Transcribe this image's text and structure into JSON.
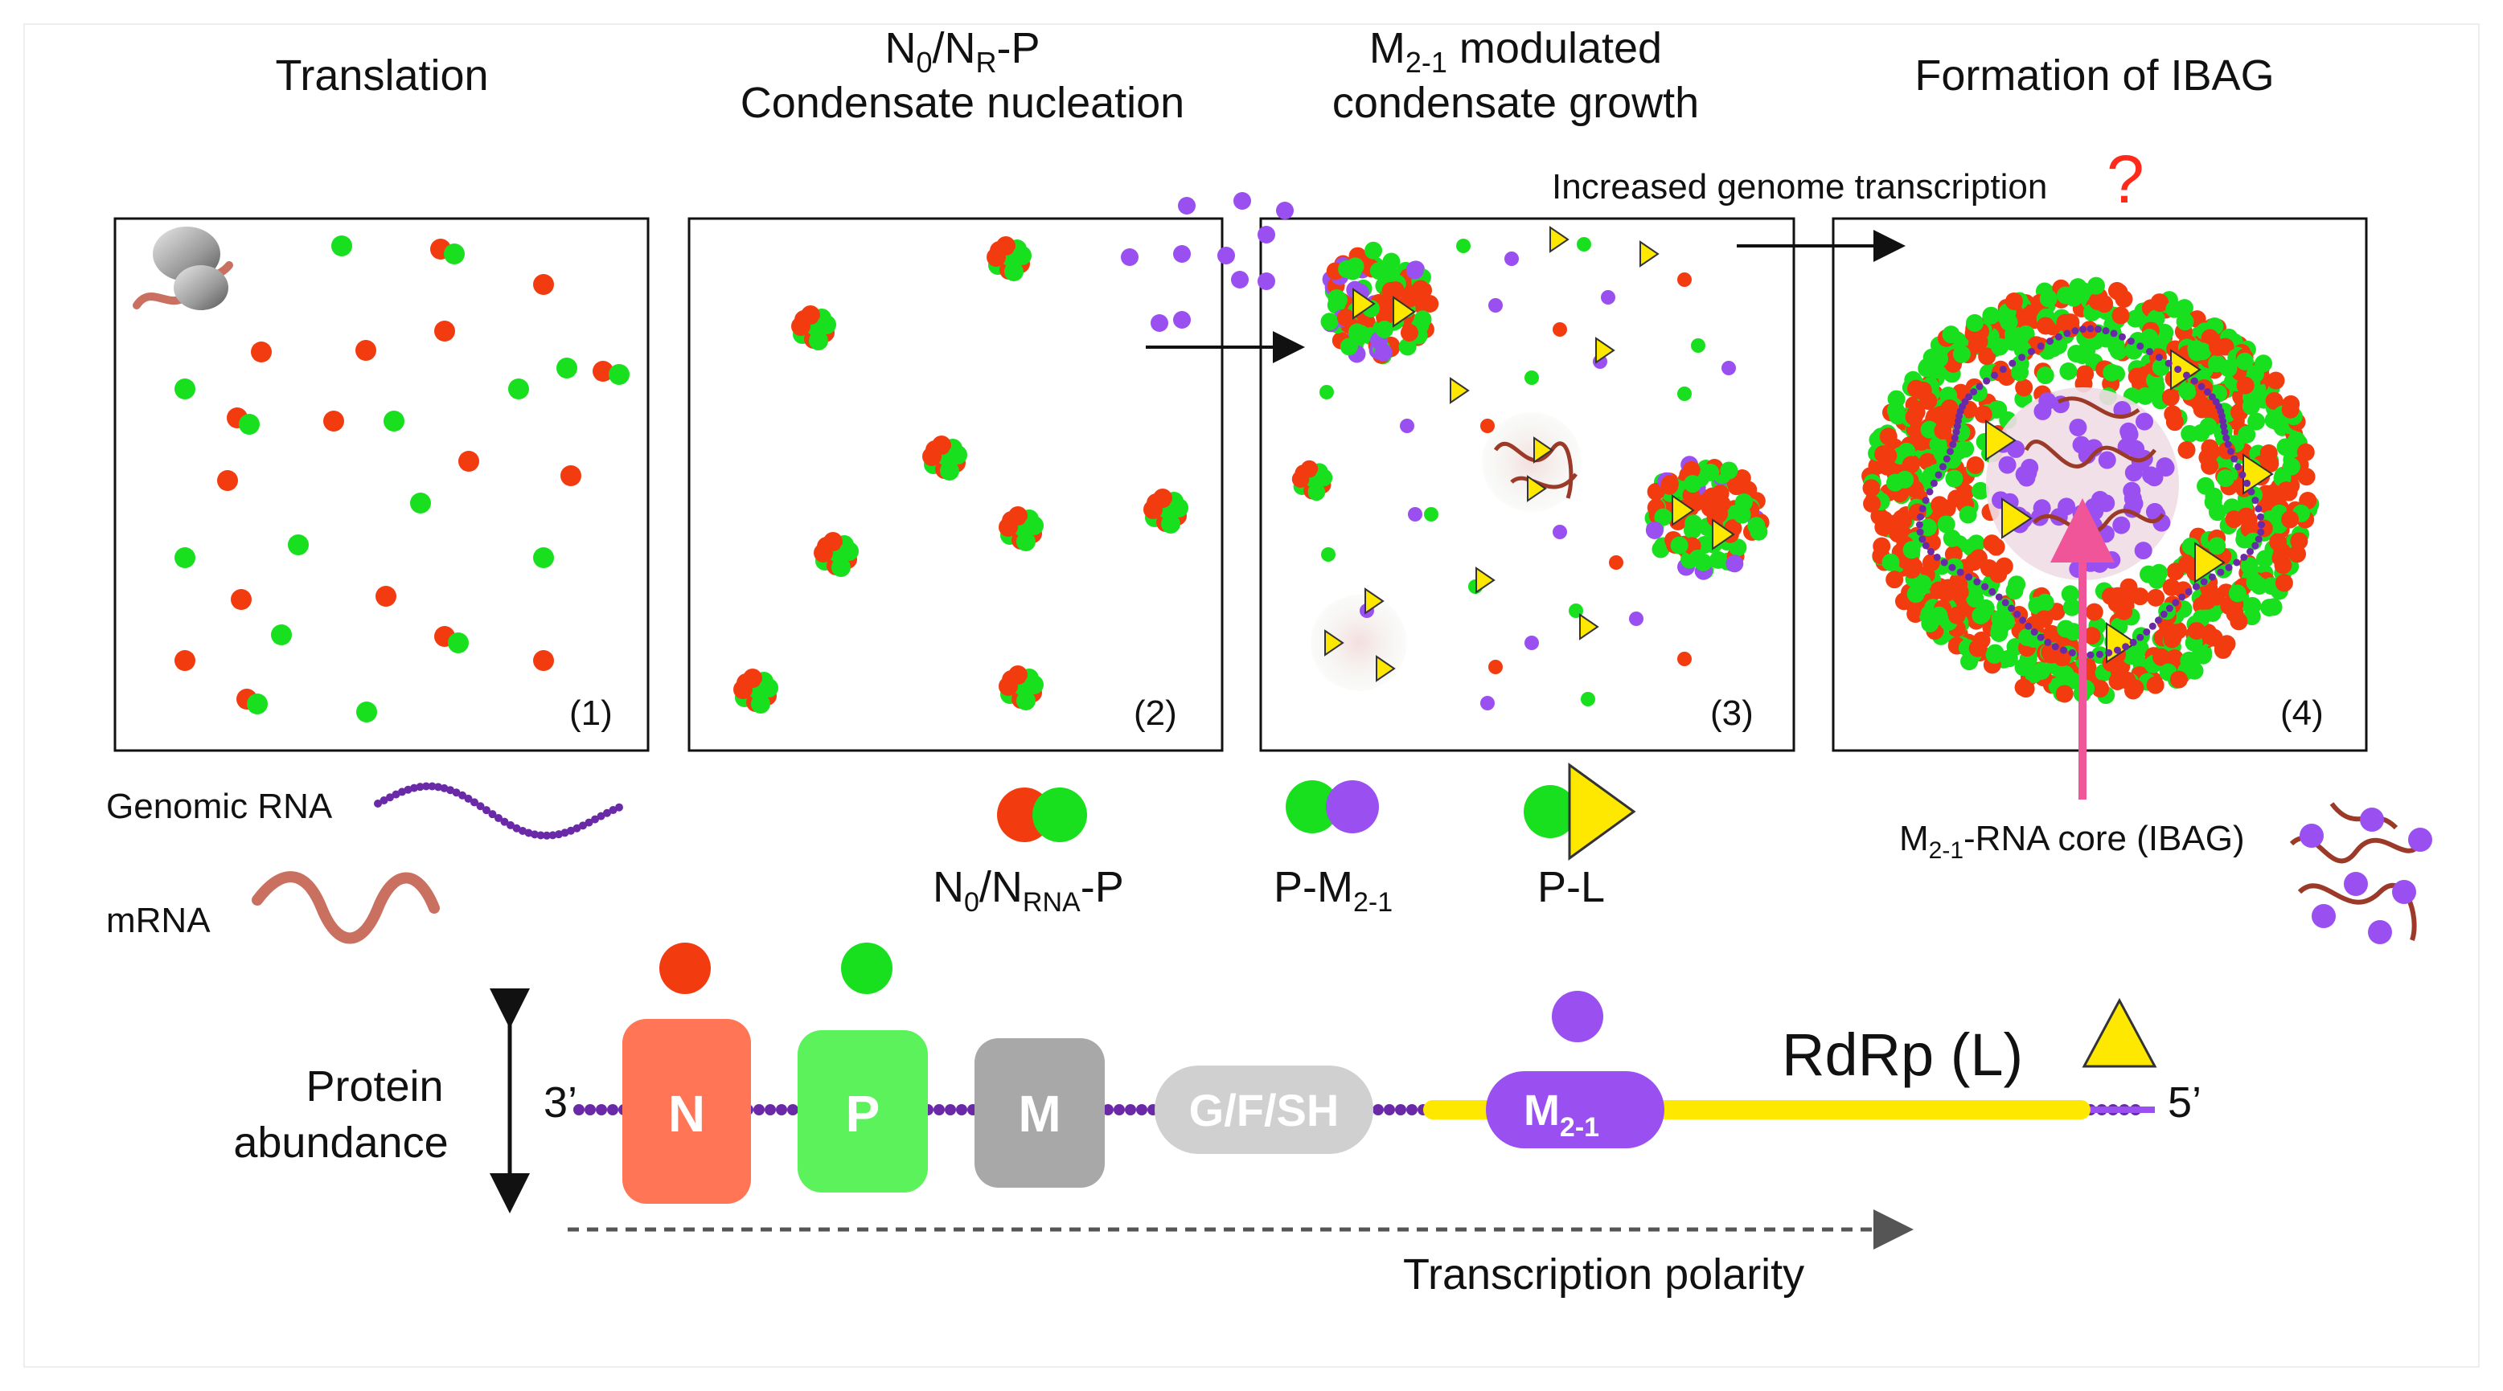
{
  "panels": [
    {
      "title_lines": [
        "Translation"
      ],
      "number": "(1)"
    },
    {
      "title_lines": [
        "N",
        "Condensate nucleation"
      ],
      "number": "(2)"
    },
    {
      "title_lines": [
        "M",
        "condensate growth"
      ],
      "number": "(3)"
    },
    {
      "title_lines": [
        "Formation of IBAG"
      ],
      "number": "(4)"
    }
  ],
  "title2_sub0": "0",
  "title2_mid": "/N",
  "title2_subR": "R",
  "title2_end": "-P",
  "title3_sub": "2-1",
  "title3_end": " modulated",
  "arrow_note": "Increased genome transcription",
  "question_mark": "?",
  "legend": {
    "genomic_rna": "Genomic RNA",
    "mrna": "mRNA",
    "n_p": {
      "a": "N",
      "s1": "0",
      "b": "/N",
      "s2": "RNA",
      "c": "-P"
    },
    "p_m21": {
      "a": "P-M",
      "s": "2-1"
    },
    "p_l": "P-L",
    "core": {
      "a": "M",
      "s": "2-1",
      "b": "-RNA core (IBAG)"
    }
  },
  "genome": {
    "end3": "3’",
    "end5": "5’",
    "genes": [
      "N",
      "P",
      "M",
      "G/F/SH",
      "M"
    ],
    "m21_sub": "2-1",
    "rdrp": "RdRp (L)",
    "abundance": [
      "Protein",
      "abundance"
    ],
    "polarity": "Transcription polarity"
  },
  "colors": {
    "n_protein": "#f23c10",
    "p_protein": "#18e01e",
    "m21_protein": "#9a4ff0",
    "l_protein": "#ffe800",
    "gene_n": "#ff7556",
    "gene_p": "#5cf25c",
    "gene_m": "#a8a8a8",
    "gene_gfsh": "#d0d0d0",
    "genomic_rna": "#6a2aa8",
    "mrna": "#c97060",
    "core_arrow": "#f0559a"
  }
}
